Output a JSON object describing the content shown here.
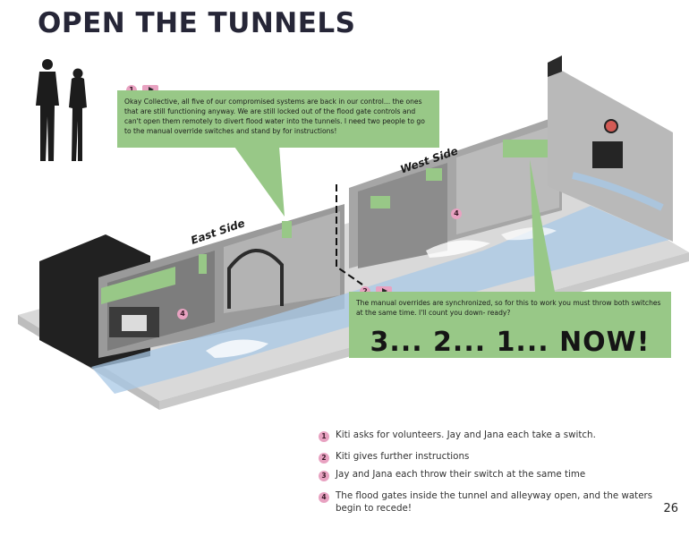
{
  "page": {
    "title": "OPEN THE TUNNELS",
    "page_number": "26"
  },
  "callouts": [
    {
      "badge": "1",
      "text": "Okay Collective, all five of our compromised systems are back in our control... the ones that are still functioning anyway. We are still locked out of the flood gate controls and can't open them remotely to divert flood water into the tunnels. I need two people to go to the manual override switches and stand by for instructions!"
    },
    {
      "badge": "2",
      "text": "The manual overrides are synchronized, so for this to work you must throw both switches at the same time. I'll count you down- ready?",
      "countdown": "3... 2... 1... NOW!"
    }
  ],
  "labels": {
    "east_side": "East Side",
    "west_side": "West Side",
    "marker": "4"
  },
  "steps": [
    {
      "num": "1",
      "text": "Kiti asks for volunteers. Jay and Jana each take a switch."
    },
    {
      "num": "2",
      "text": "Kiti gives further instructions"
    },
    {
      "num": "3",
      "text": "Jay and Jana each throw their switch at the same time"
    },
    {
      "num": "4",
      "text": "The flood gates inside the tunnel and alleyway open, and the waters begin to recede!"
    }
  ]
}
